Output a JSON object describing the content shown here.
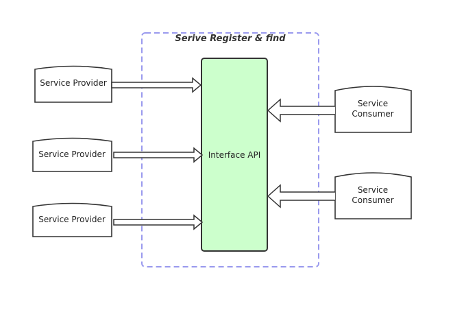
{
  "diagram": {
    "group": {
      "title": "Serive Register & find",
      "border_color": "#9999ee"
    },
    "api": {
      "label": "Interface API",
      "fill": "#ccffcc",
      "stroke": "#333333"
    },
    "providers": [
      {
        "label": "Service Provider"
      },
      {
        "label": "Service Provider"
      },
      {
        "label": "Service Provider"
      }
    ],
    "consumers": [
      {
        "line1": "Service",
        "line2": "Consumer"
      },
      {
        "line1": "Service",
        "line2": "Consumer"
      }
    ],
    "edges": [
      {
        "from": "providers.0",
        "to": "api",
        "style": "block-arrow"
      },
      {
        "from": "providers.1",
        "to": "api",
        "style": "block-arrow"
      },
      {
        "from": "providers.2",
        "to": "api",
        "style": "block-arrow"
      },
      {
        "from": "consumers.0",
        "to": "api",
        "style": "block-arrow"
      },
      {
        "from": "consumers.1",
        "to": "api",
        "style": "block-arrow"
      }
    ]
  }
}
